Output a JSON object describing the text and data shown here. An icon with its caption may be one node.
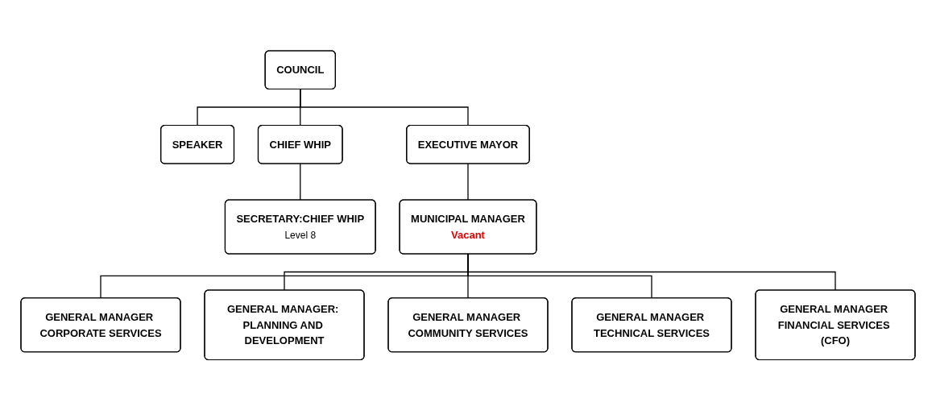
{
  "diagram": {
    "nodes": [
      {
        "text": [
          "COUNCIL"
        ]
      },
      {
        "text": [
          "SPEAKER"
        ]
      },
      {
        "text": [
          "EXECUTIVE MAYOR"
        ]
      },
      {
        "text": [
          "CHIEF WHIP"
        ]
      },
      {
        "text": [
          "SECRETARY:CHIEF WHIP",
          "Level 8"
        ]
      },
      {
        "text": [
          "MUNICIPAL MANAGER",
          "Vacant"
        ]
      },
      {
        "text": [
          "GENERAL MANAGER CORPORATE SERVICES"
        ]
      },
      {
        "text": [
          "GENERAL MANAGER: PLANNING AND DEVELOPMENT"
        ]
      },
      {
        "text": [
          "GENERAL MANAGER COMMUNITY SERVICES"
        ]
      },
      {
        "text": [
          "GENERAL MANAGER TECHNICAL SERVICES"
        ]
      },
      {
        "text": [
          "GENERAL MANAGER FINANCIAL SERVICES (CFO)"
        ]
      }
    ],
    "edges": [
      {
        "from": 0,
        "to": 1,
        "arrow": "none"
      },
      {
        "from": 0,
        "to": 2,
        "arrow": "none"
      },
      {
        "from": 0,
        "to": 3,
        "arrow": "none"
      },
      {
        "from": 3,
        "to": 4,
        "arrow": "none"
      },
      {
        "from": 2,
        "to": 5,
        "arrow": "none"
      },
      {
        "from": 5,
        "to": 6,
        "arrow": "none"
      },
      {
        "from": 5,
        "to": 7,
        "arrow": "none"
      },
      {
        "from": 5,
        "to": 8,
        "arrow": "none"
      },
      {
        "from": 5,
        "to": 9,
        "arrow": "none"
      },
      {
        "from": 5,
        "to": 10,
        "arrow": "none"
      }
    ]
  }
}
